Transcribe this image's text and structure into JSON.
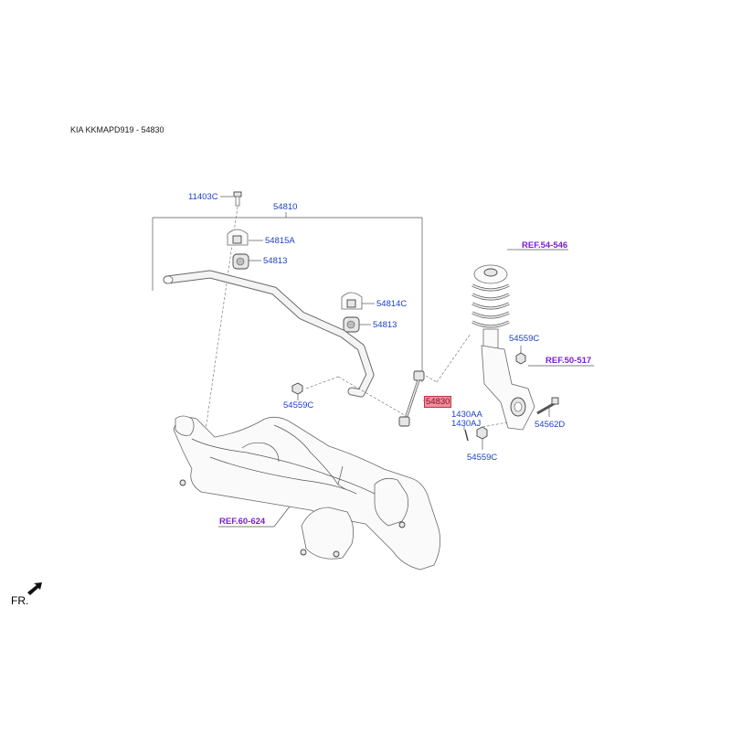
{
  "header": {
    "title": "KIA KKMAPD919 - 54830"
  },
  "labels": {
    "p11403c": "11403C",
    "p54810": "54810",
    "p54815a": "54815A",
    "p54813_a": "54813",
    "p54814c": "54814C",
    "p54813_b": "54813",
    "p54559c_a": "54559C",
    "p54830": "54830",
    "p1430aa": "1430AA",
    "p1430aj": "1430AJ",
    "p54559c_b": "54559C",
    "p54559c_c": "54559C",
    "p54562d": "54562D"
  },
  "refs": {
    "r54546": "REF.54-546",
    "r50517": "REF.50-517",
    "r60624": "REF.60-624"
  },
  "orientation": {
    "label": "FR.",
    "icon": "front-arrow-icon"
  },
  "highlight_color": "#ef8f9d",
  "label_color": "#1c3fc7",
  "ref_color": "#7a1fd1"
}
